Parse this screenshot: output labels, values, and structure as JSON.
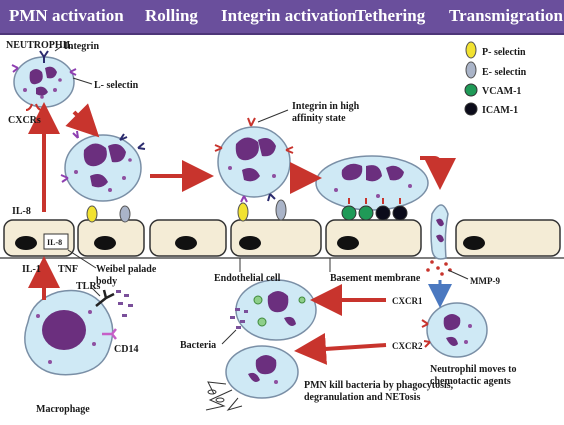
{
  "banner": {
    "stages": [
      "PMN activation",
      "Rolling",
      "Integrin activation",
      "Tethering",
      "Transmigration"
    ]
  },
  "legend": {
    "p_selectin": "P- selectin",
    "e_selectin": "E- selectin",
    "vcam": "VCAM-1",
    "icam": "ICAM-1"
  },
  "labels": {
    "neutrophil": "NEUTROPHIL",
    "integrin": "Integrin",
    "l_selectin": "L- selectin",
    "cxcrs": "CXCRs",
    "il8_arrow": "IL-8",
    "il8_box": "IL-8",
    "integrin_high": "Integrin in high",
    "affinity_state": "affinity state",
    "il1": "IL-1",
    "tnf": "TNF",
    "weibel_1": "Weibel palade",
    "weibel_2": "body",
    "endothelial_cell": "Endothelial cell",
    "basement_membrane": "Basement membrane",
    "mmp9": "MMP-9",
    "tlrs": "TLRs",
    "cd14": "CD14",
    "macrophage": "Macrophage",
    "bacteria": "Bacteria",
    "cxcr1": "CXCR1",
    "cxcr2": "CXCR2",
    "neutrophil_moves_1": "Neutrophil moves to",
    "neutrophil_moves_2": "chemotactic agents",
    "pmn_kill_1": "PMN kill bacteria by phagocytosis,",
    "pmn_kill_2": "degranulation and NETosis"
  },
  "colors": {
    "banner": "#6a4f9c",
    "cell_fill": "#cfe9f5",
    "nucleus": "#6b2f7e",
    "endothelium": "#f4ecd6",
    "p_selectin": "#f2e230",
    "e_selectin": "#aab4c8",
    "vcam": "#1f9a57",
    "icam": "#0b0b1a",
    "arrow_red": "#c8342d",
    "arrow_blue": "#4a78c0"
  }
}
